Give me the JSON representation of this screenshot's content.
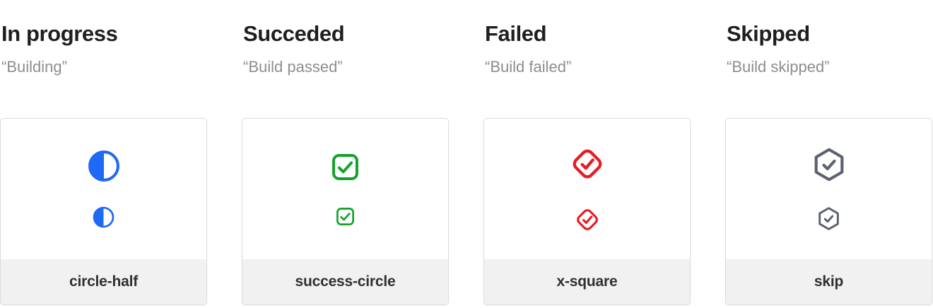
{
  "columns": [
    {
      "status": "In progress",
      "quote": "“Building”",
      "icon": "circle-half-icon",
      "label": "circle-half",
      "accent": "#1e69f5"
    },
    {
      "status": "Succeded",
      "quote": "“Build passed”",
      "icon": "check-square-icon",
      "label": "success-circle",
      "accent": "#12a22b"
    },
    {
      "status": "Failed",
      "quote": "“Build failed”",
      "icon": "check-diamond-icon",
      "label": "x-square",
      "accent": "#e71d25"
    },
    {
      "status": "Skipped",
      "quote": "“Build skipped”",
      "icon": "check-hexagon-icon",
      "label": "skip",
      "accent": "#5b6170"
    }
  ],
  "colors": {
    "heading_text": "#1f1f1f",
    "quote_text": "#8d8d8d",
    "card_border": "#dcdcdc",
    "card_background": "#ffffff",
    "footer_background": "#f1f1f1",
    "label_text": "#303030"
  }
}
